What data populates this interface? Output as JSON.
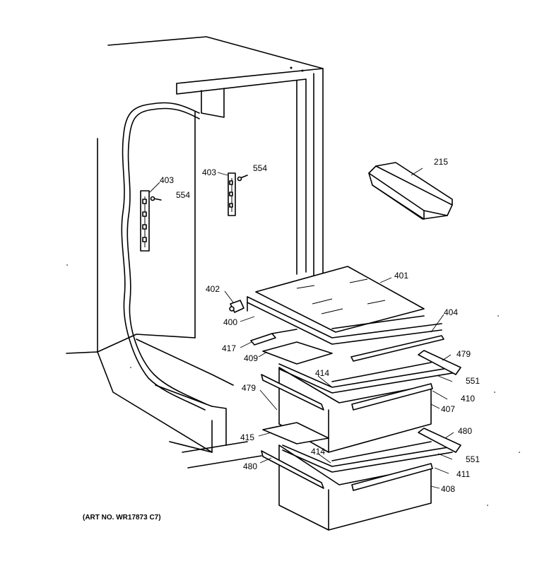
{
  "art_number": "(ART NO. WR17873 C7)",
  "callouts": {
    "c215": "215",
    "c400": "400",
    "c401": "401",
    "c402": "402",
    "c403a": "403",
    "c403b": "403",
    "c404": "404",
    "c407": "407",
    "c408": "408",
    "c409": "409",
    "c410": "410",
    "c411": "411",
    "c414a": "414",
    "c414b": "414",
    "c415": "415",
    "c417": "417",
    "c479a": "479",
    "c479b": "479",
    "c480a": "480",
    "c480b": "480",
    "c551a": "551",
    "c551b": "551",
    "c554a": "554",
    "c554b": "554"
  }
}
